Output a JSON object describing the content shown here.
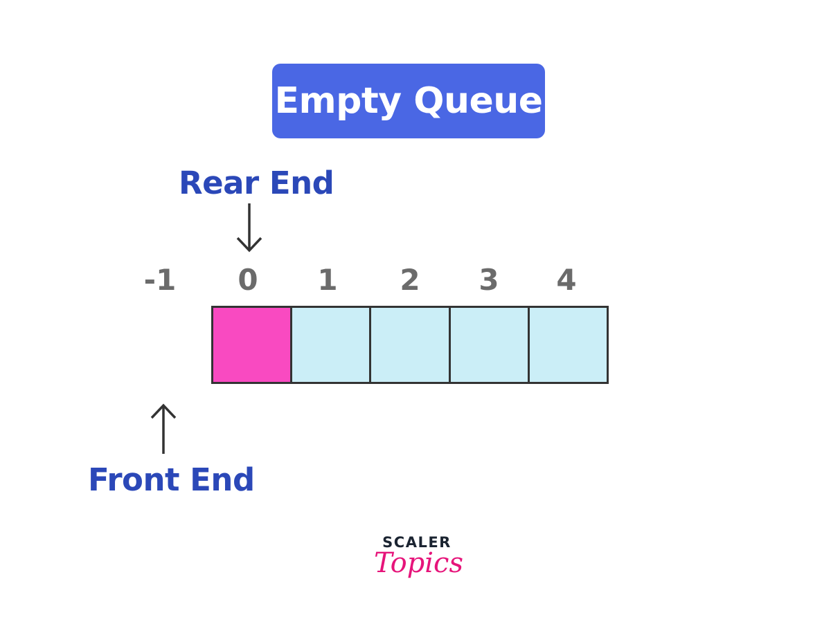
{
  "title": "Empty Queue",
  "rear_label": "Rear End",
  "front_label": "Front End",
  "indices": [
    "-1",
    "0",
    "1",
    "2",
    "3",
    "4"
  ],
  "cells": [
    {
      "state": "pointer"
    },
    {
      "state": "empty"
    },
    {
      "state": "empty"
    },
    {
      "state": "empty"
    },
    {
      "state": "empty"
    }
  ],
  "colors": {
    "title_bg": "#4a67e4",
    "label": "#2b48b8",
    "index": "#6b6b6b",
    "cell_pointer": "#f94ac1",
    "cell_empty": "#cbeef7",
    "arrow": "#333333"
  },
  "logo": {
    "line1": "SCALER",
    "line2": "Topics"
  }
}
